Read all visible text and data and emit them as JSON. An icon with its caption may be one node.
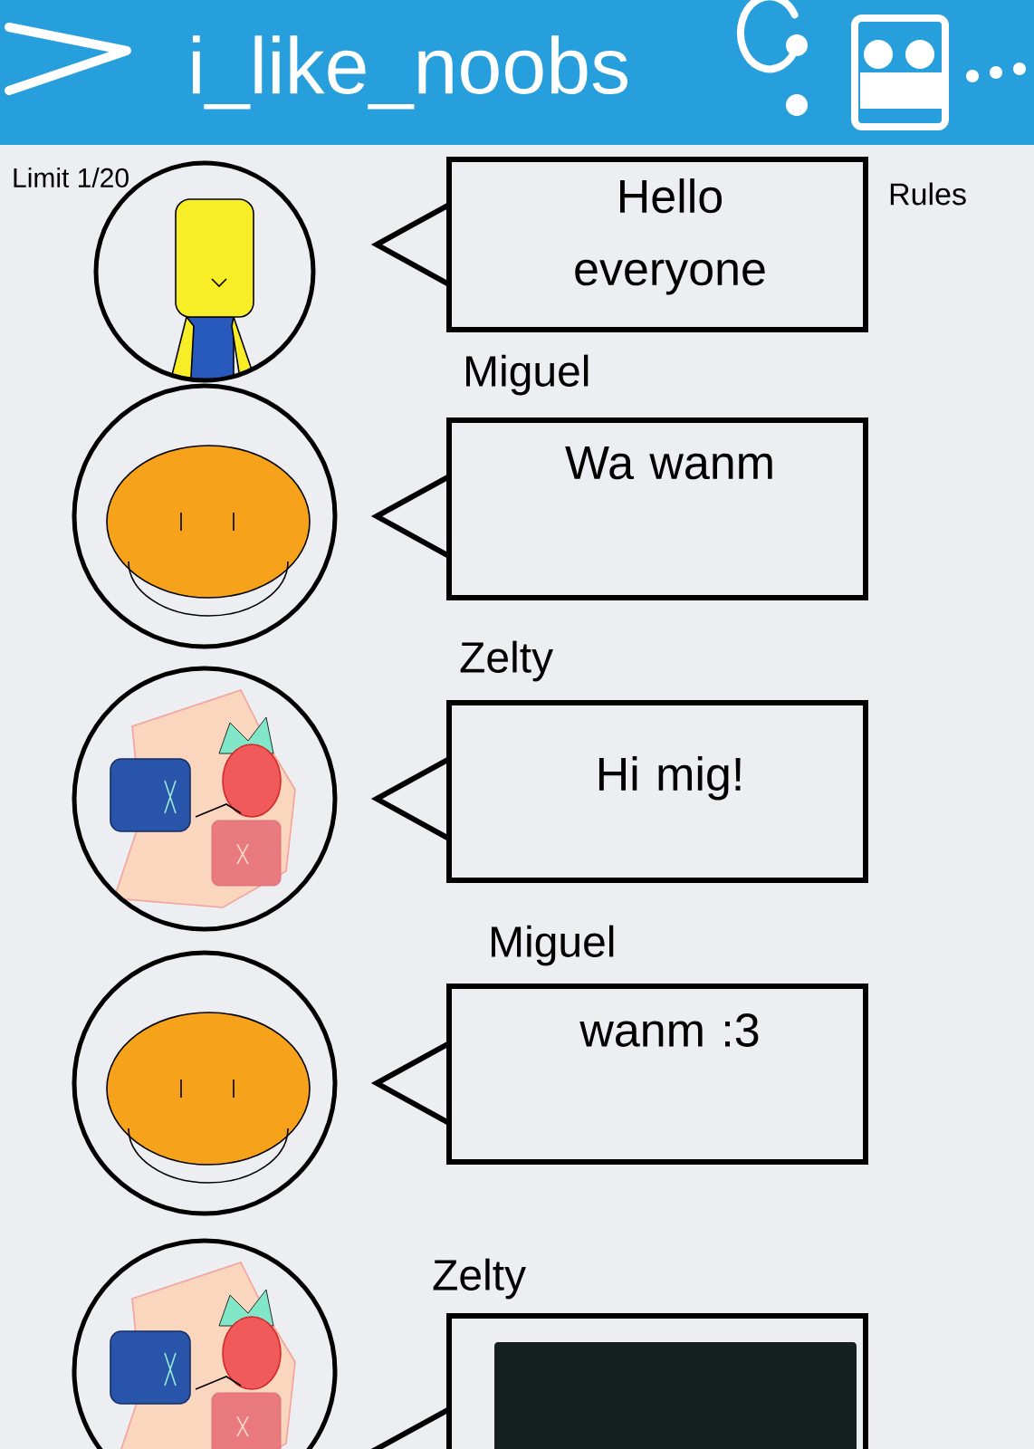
{
  "diagram": {
    "nodes": [
      {
        "text": [],
        "shape": "picture"
      },
      {
        "text": [
          "Hello everyone"
        ]
      },
      {
        "text": [],
        "shape": "picture"
      },
      {
        "text": [
          "Wa wanm"
        ],
        "beside": [
          "Miguel"
        ]
      },
      {
        "text": [],
        "shape": "picture"
      },
      {
        "text": [
          "Hi mig!"
        ],
        "beside": [
          "Zelty"
        ]
      },
      {
        "text": [],
        "shape": "picture"
      },
      {
        "text": [
          "wanm :3"
        ],
        "beside": [
          "Miguel"
        ]
      },
      {
        "text": [],
        "shape": "picture"
      },
      {
        "text": [],
        "shape": "box",
        "beside": [
          "Zelty"
        ]
      }
    ],
    "labels": [
      "i_like_noobs",
      "Limit 1/20",
      "Rules"
    ]
  }
}
